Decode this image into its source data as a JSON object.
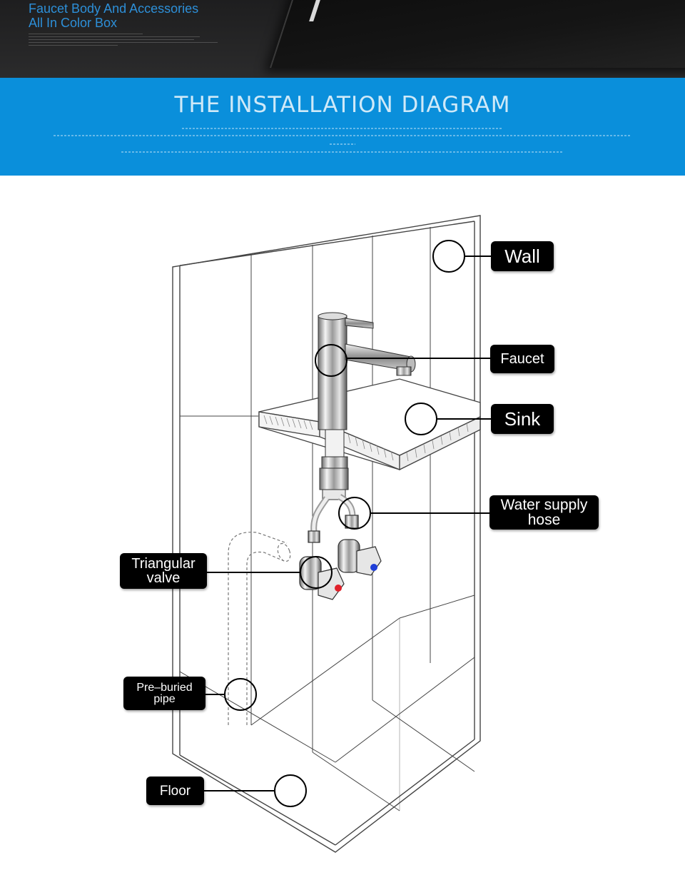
{
  "top_banner": {
    "title_line1": "Faucet Body And Accessories",
    "title_line2": "All In Color Box"
  },
  "heading_band": {
    "title": "THE INSTALLATION DIAGRAM",
    "color": "#0a8fdb"
  },
  "diagram": {
    "labels": {
      "wall": "Wall",
      "faucet": "Faucet",
      "sink": "Sink",
      "water_supply_hose": "Water supply hose",
      "triangular_valve": "Triangular valve",
      "pre_buried_pipe": "Pre–buried pipe",
      "floor": "Floor"
    },
    "icons": [
      "hot-handle-icon",
      "cold-handle-icon"
    ],
    "colors": {
      "hot": "#e0202a",
      "cold": "#1f3fd8",
      "label_bg": "#000000"
    }
  }
}
